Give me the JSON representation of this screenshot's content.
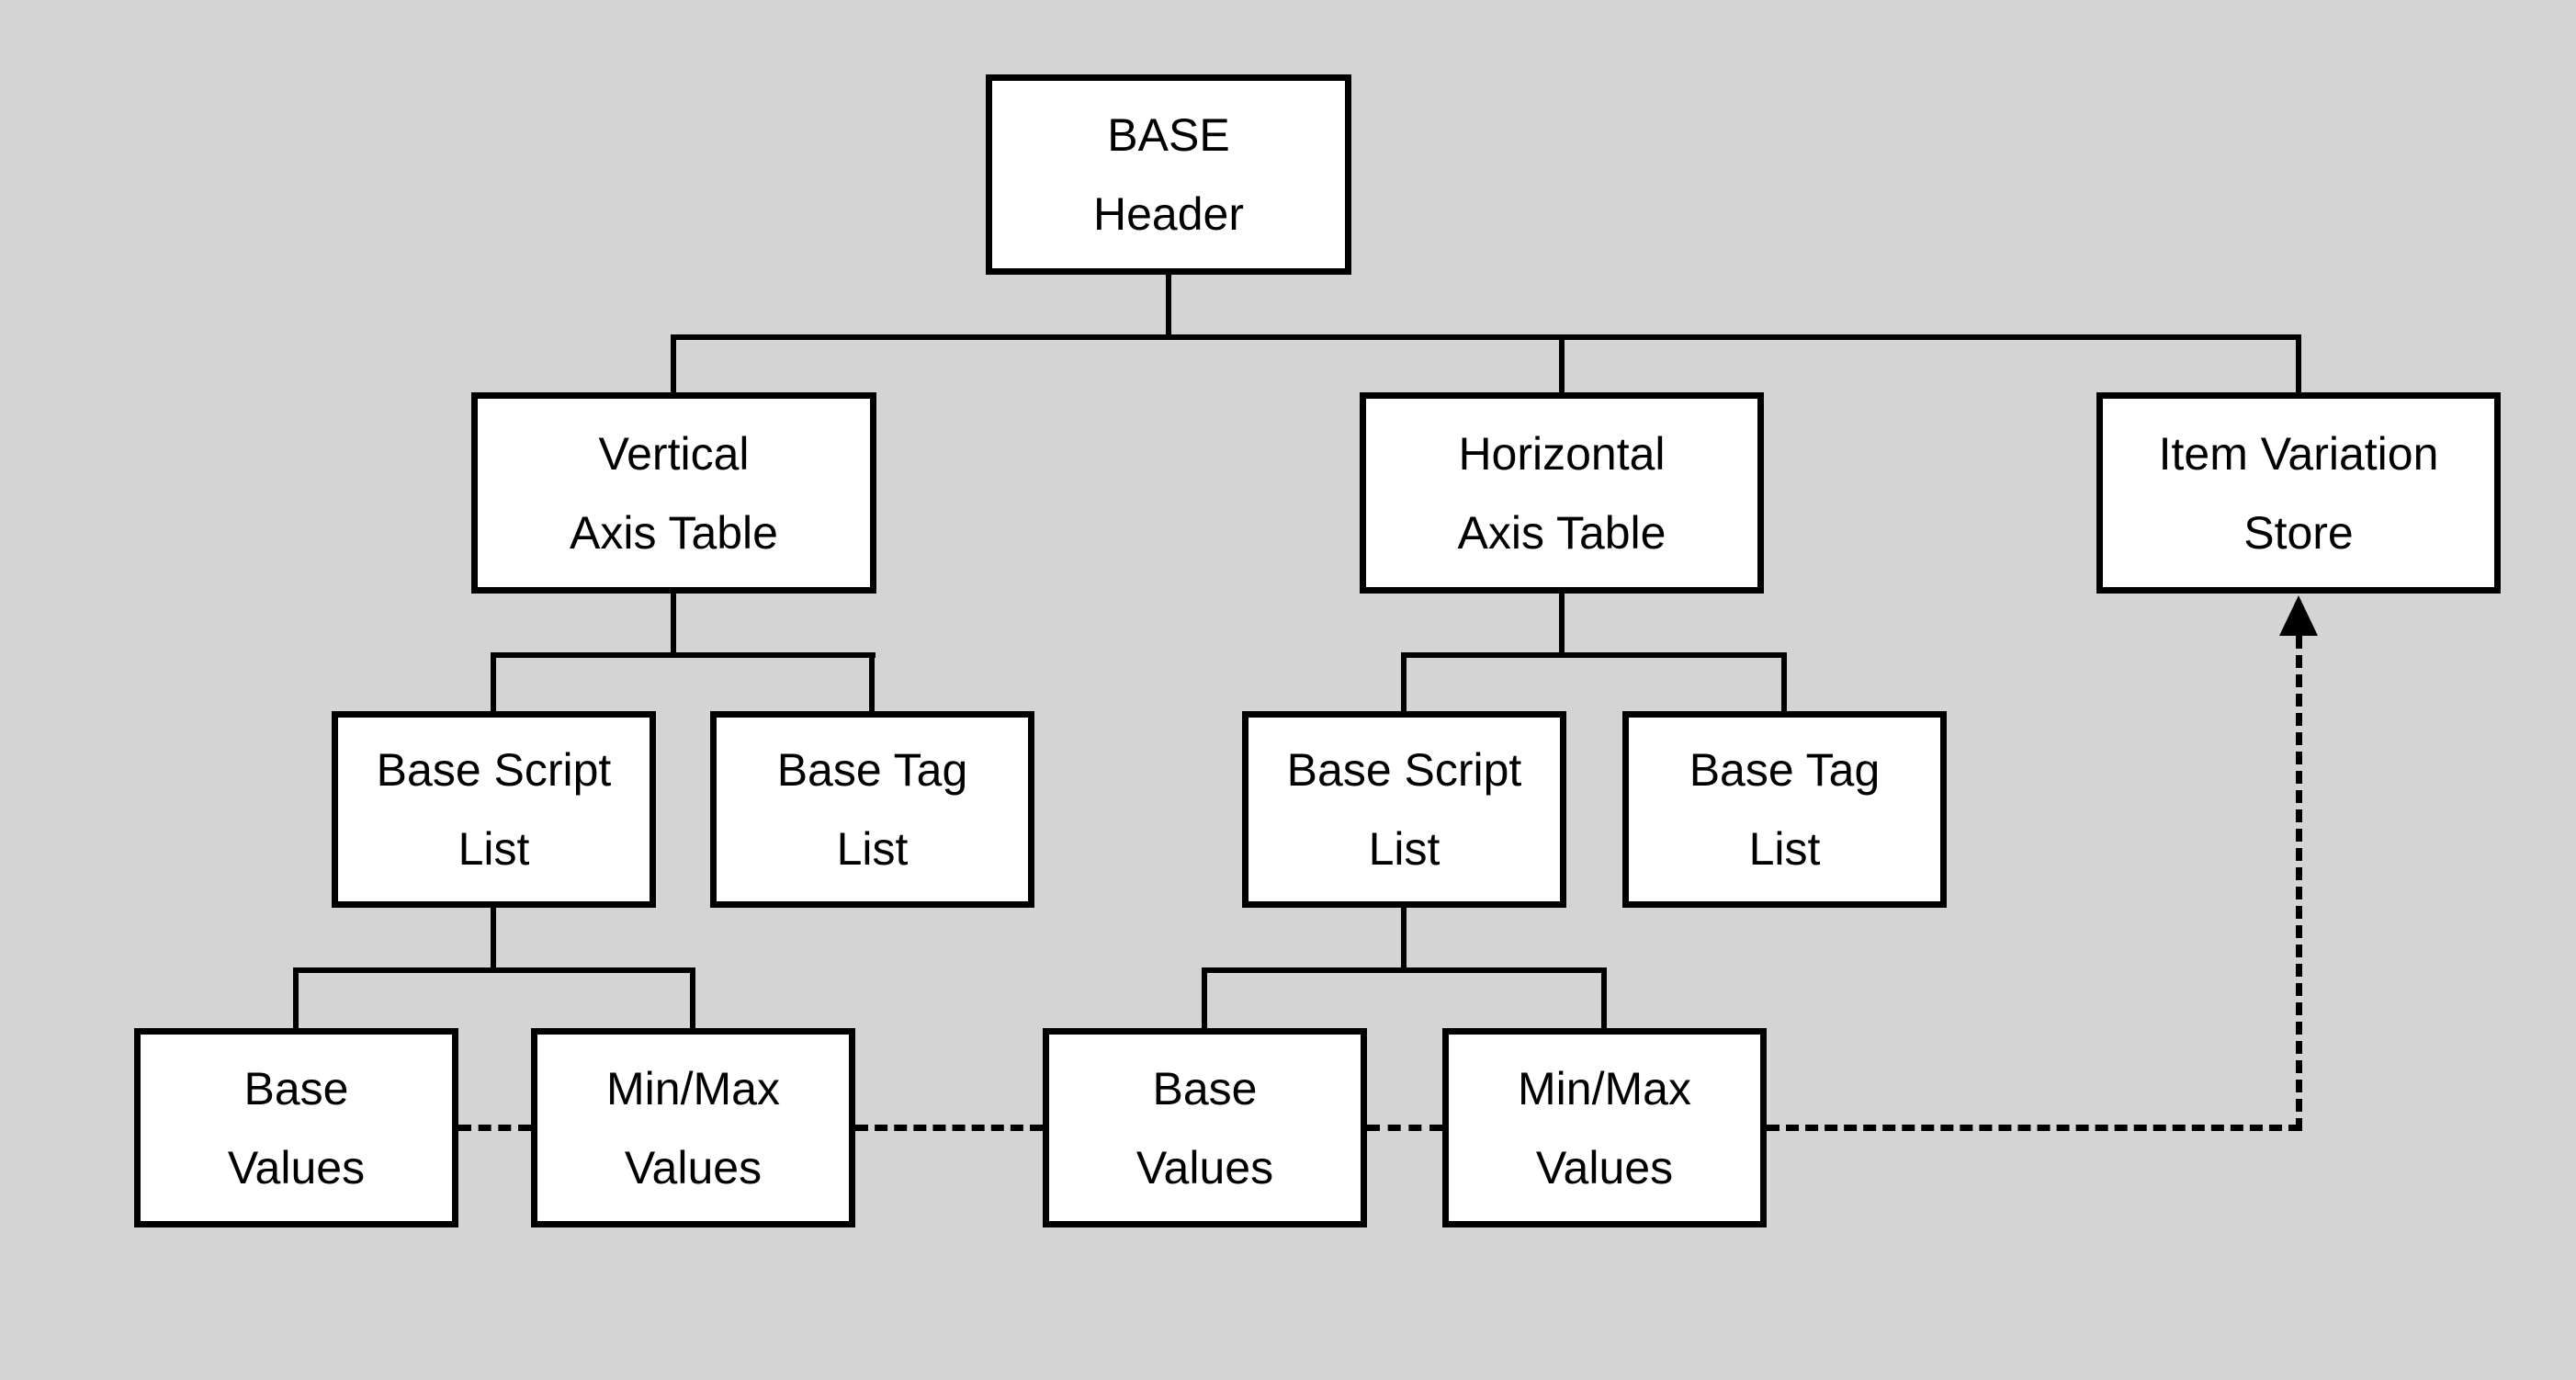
{
  "diagram": {
    "nodes": {
      "base_header": {
        "line1": "BASE",
        "line2": "Header"
      },
      "vertical_axis_table": {
        "line1": "Vertical",
        "line2": "Axis Table"
      },
      "horizontal_axis_table": {
        "line1": "Horizontal",
        "line2": "Axis Table"
      },
      "item_variation_store": {
        "line1": "Item Variation",
        "line2": "Store"
      },
      "base_script_list_left": {
        "line1": "Base Script",
        "line2": "List"
      },
      "base_tag_list_left": {
        "line1": "Base Tag",
        "line2": "List"
      },
      "base_script_list_right": {
        "line1": "Base Script",
        "line2": "List"
      },
      "base_tag_list_right": {
        "line1": "Base Tag",
        "line2": "List"
      },
      "base_values_left": {
        "line1": "Base",
        "line2": "Values"
      },
      "min_max_values_left": {
        "line1": "Min/Max",
        "line2": "Values"
      },
      "base_values_right": {
        "line1": "Base",
        "line2": "Values"
      },
      "min_max_values_right": {
        "line1": "Min/Max",
        "line2": "Values"
      }
    },
    "edges": {
      "solid": [
        {
          "from": "base_header",
          "to": "vertical_axis_table"
        },
        {
          "from": "base_header",
          "to": "horizontal_axis_table"
        },
        {
          "from": "base_header",
          "to": "item_variation_store"
        },
        {
          "from": "vertical_axis_table",
          "to": "base_script_list_left"
        },
        {
          "from": "vertical_axis_table",
          "to": "base_tag_list_left"
        },
        {
          "from": "horizontal_axis_table",
          "to": "base_script_list_right"
        },
        {
          "from": "horizontal_axis_table",
          "to": "base_tag_list_right"
        },
        {
          "from": "base_script_list_left",
          "to": "base_values_left"
        },
        {
          "from": "base_script_list_left",
          "to": "min_max_values_left"
        },
        {
          "from": "base_script_list_right",
          "to": "base_values_right"
        },
        {
          "from": "base_script_list_right",
          "to": "min_max_values_right"
        }
      ],
      "dashed_arrow": {
        "path": [
          "base_values_left",
          "min_max_values_left",
          "base_values_right",
          "min_max_values_right",
          "item_variation_store"
        ],
        "arrow_into": "item_variation_store"
      }
    },
    "colors": {
      "background": "#d4d4d4",
      "node_fill": "#ffffff",
      "node_border": "#000000",
      "line": "#000000",
      "text": "#000000"
    }
  }
}
